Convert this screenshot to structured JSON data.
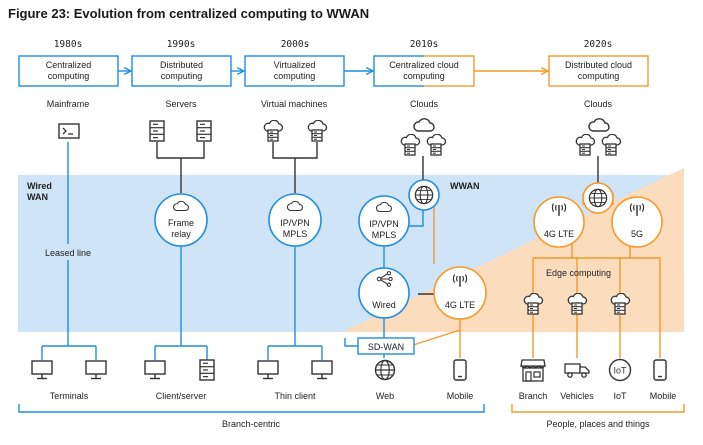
{
  "title": "Figure 23: Evolution from centralized computing to WWAN",
  "colors": {
    "blue": "#1e8ee0",
    "orange": "#f39a2b",
    "blue_band": "#cfe4f6",
    "orange_band": "#fbdcbd",
    "ink": "#333333"
  },
  "eras": [
    {
      "year": "1980s",
      "box": [
        "Centralized",
        "computing"
      ],
      "label": "Mainframe",
      "icon": "terminal-icon"
    },
    {
      "year": "1990s",
      "box": [
        "Distributed",
        "computing"
      ],
      "label": "Servers",
      "icon": "server-icon"
    },
    {
      "year": "2000s",
      "box": [
        "Virtualized",
        "computing"
      ],
      "label": "Virtual machines",
      "icon": "cloud-server-icon"
    },
    {
      "year": "2010s",
      "box": [
        "Centralized cloud",
        "computing"
      ],
      "label": "Clouds",
      "icon": "cloud-icon"
    },
    {
      "year": "2020s",
      "box": [
        "Distributed cloud",
        "computing"
      ],
      "label": "Clouds",
      "icon": "cloud-icon"
    }
  ],
  "band": {
    "wired_wan": [
      "Wired",
      "WAN"
    ],
    "wwan": "WWAN",
    "leased_line": "Leased line",
    "edge_computing": "Edge computing",
    "sd_wan": "SD-WAN"
  },
  "nodes": {
    "frame_relay": [
      "Frame",
      "relay"
    ],
    "ip_vpn_2000": [
      "IP/VPN",
      "MPLS"
    ],
    "ip_vpn_2010": [
      "IP/VPN",
      "MPLS"
    ],
    "wired": "Wired",
    "lte_2010": "4G LTE",
    "lte_2020": "4G LTE",
    "five_g": "5G"
  },
  "bottom_labels": {
    "terminals": "Terminals",
    "client_server": "Client/server",
    "thin_client": "Thin client",
    "web": "Web",
    "mobile_2010": "Mobile",
    "branch": "Branch",
    "vehicles": "Vehicles",
    "iot": "IoT",
    "mobile_2020": "Mobile"
  },
  "footer": {
    "branch_centric": "Branch-centric",
    "people_places": "People, places and things"
  }
}
